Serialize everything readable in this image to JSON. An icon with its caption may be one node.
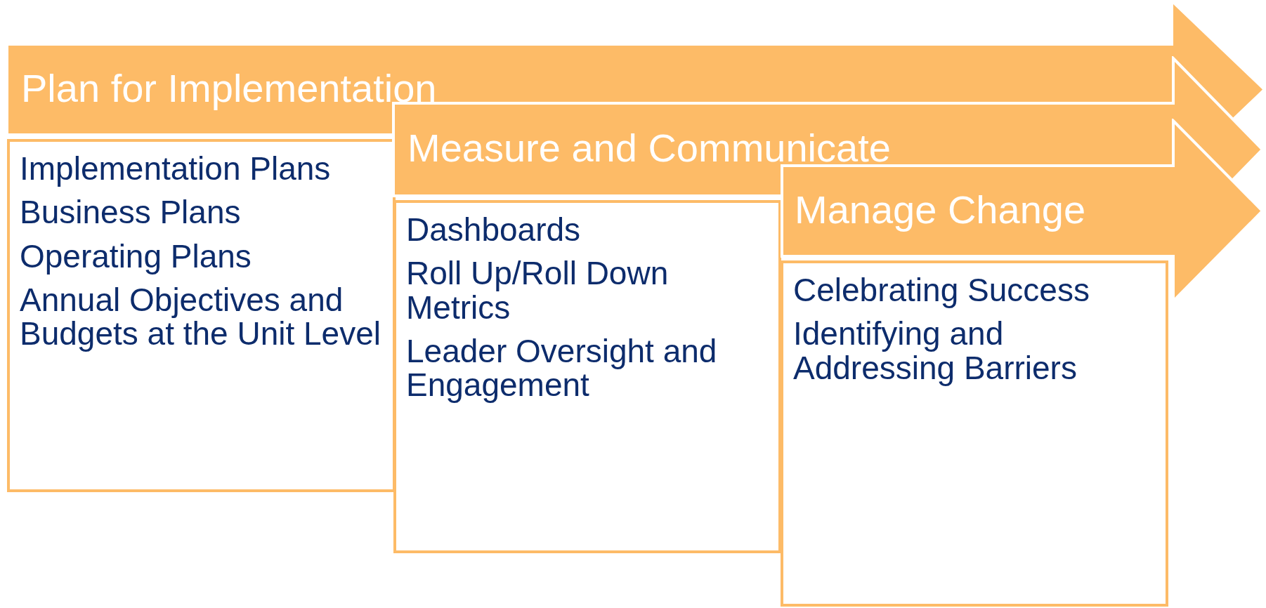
{
  "diagram": {
    "nodes": [
      {
        "text": [
          "Plan for Implementation"
        ]
      },
      {
        "text": [
          "Implementation Plans",
          "Business Plans",
          "Operating Plans",
          "Annual Objectives and Budgets at the Unit Level"
        ]
      },
      {
        "text": [
          "Measure and Communicate"
        ]
      },
      {
        "text": [
          "Dashboards",
          "Roll Up/Roll Down Metrics",
          "Leader Oversight and Engagement"
        ]
      },
      {
        "text": [
          "Manage Change"
        ]
      },
      {
        "text": [
          "Celebrating Success",
          "Identifying and Addressing Barriers"
        ]
      }
    ],
    "edges": []
  }
}
